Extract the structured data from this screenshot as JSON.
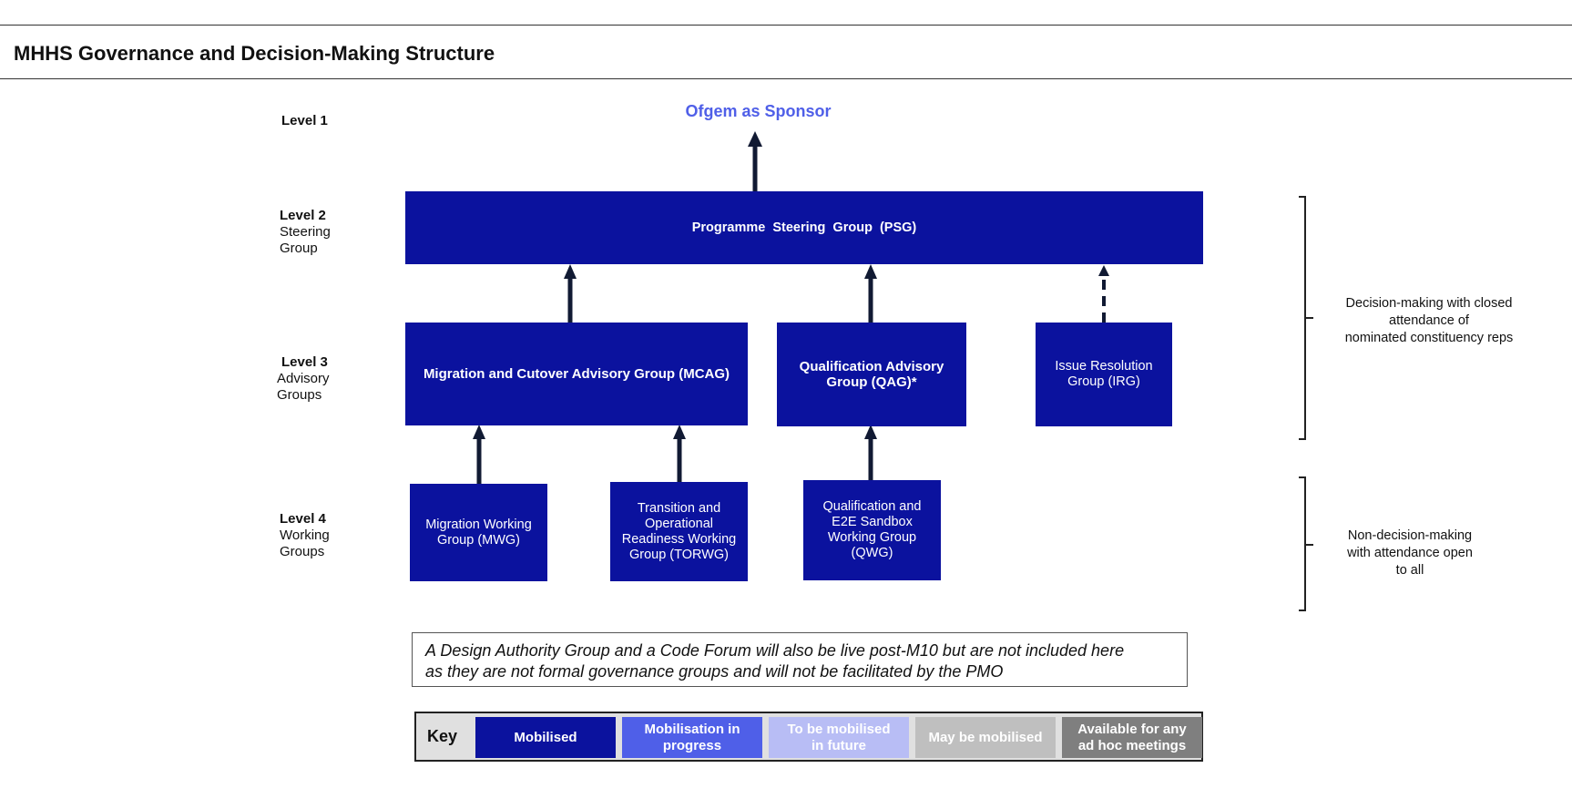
{
  "title": "MHHS Governance and Decision-Making Structure",
  "levels": [
    {
      "level": "Level 1",
      "sub": [
        "",
        ""
      ]
    },
    {
      "level": "Level 2",
      "sub": [
        "Steering",
        "Group"
      ]
    },
    {
      "level": "Level 3",
      "sub": [
        "Advisory",
        "Groups"
      ]
    },
    {
      "level": "Level 4",
      "sub": [
        "Working",
        "Groups"
      ]
    }
  ],
  "sponsor": "Ofgem as Sponsor",
  "boxes": {
    "psg": [
      "Programme  Steering  Group  (PSG)"
    ],
    "mcag": [
      "Migration and Cutover Advisory Group (MCAG)"
    ],
    "qag": [
      "Qualification Advisory",
      "Group (QAG)*"
    ],
    "irg": [
      "Issue Resolution",
      "Group (IRG)"
    ],
    "mwg": [
      "Migration Working",
      "Group (MWG)"
    ],
    "torwg": [
      "Transition and",
      "Operational",
      "Readiness Working",
      "Group (TORWG)"
    ],
    "qwg": [
      "Qualification and",
      "E2E Sandbox",
      "Working Group",
      "(QWG)"
    ]
  },
  "side_notes": {
    "decision": [
      "Decision-making with closed",
      "attendance of",
      "nominated constituency reps"
    ],
    "non_decision": [
      "Non-decision-making",
      "with attendance open",
      "to all"
    ]
  },
  "note": [
    "A Design Authority Group and a Code Forum will also be live post-M10 but are not included here",
    "as they are not formal governance groups and will not be facilitated by the PMO"
  ],
  "key": {
    "label": "Key",
    "items": [
      {
        "lines": [
          "Mobilised"
        ],
        "bg": "#0b129e",
        "fg": "#ffffff"
      },
      {
        "lines": [
          "Mobilisation in",
          "progress"
        ],
        "bg": "#4f5fe8",
        "fg": "#ffffff"
      },
      {
        "lines": [
          "To be mobilised",
          "in future"
        ],
        "bg": "#b8bdf5",
        "fg": "#ffffff"
      },
      {
        "lines": [
          "May be mobilised"
        ],
        "bg": "#bfbfbf",
        "fg": "#ffffff"
      },
      {
        "lines": [
          "Available for any",
          "ad hoc meetings"
        ],
        "bg": "#7f7f7f",
        "fg": "#ffffff"
      }
    ]
  },
  "colors": {
    "mobilised": "#0b129e",
    "sponsor_text": "#4f5fe8",
    "arrow": "#111a33"
  }
}
